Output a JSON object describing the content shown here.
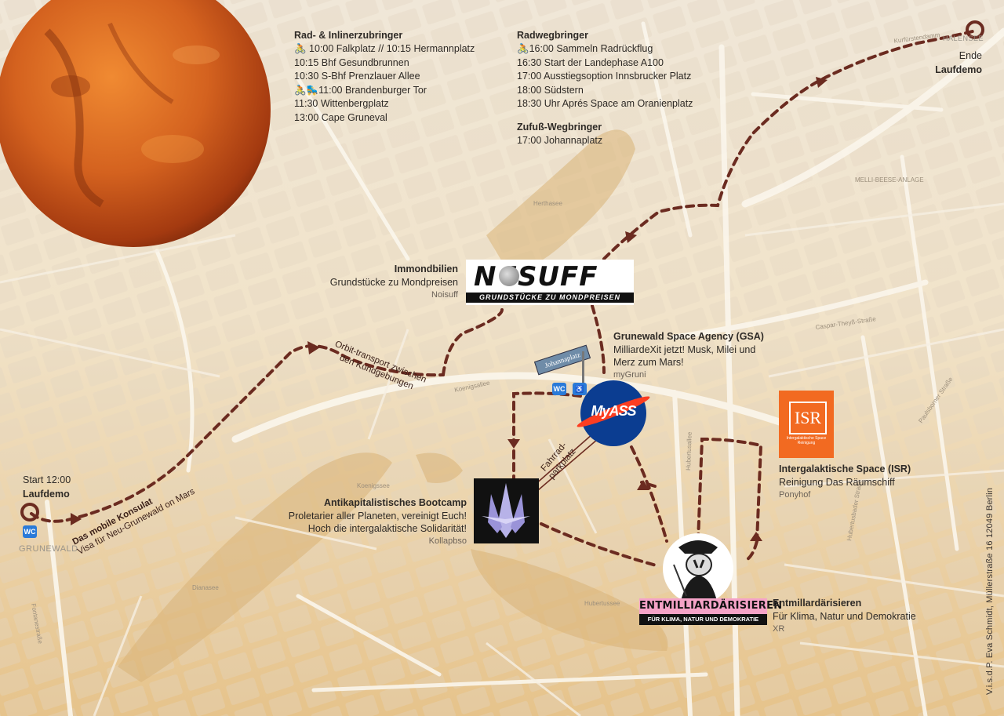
{
  "colors": {
    "route": "#6b2b20",
    "accent_orange": "#f26a21",
    "nasa_blue": "#0b3d91",
    "wc_blue": "#2a7ad8",
    "mars": "#c4521a"
  },
  "rad_zubringer": {
    "title": "Rad- & Inlinerzubringer",
    "items": [
      "🚴 10:00 Falkplatz // 10:15 Hermannplatz",
      "10:15 Bhf Gesundbrunnen",
      "10:30 S-Bhf Prenzlauer Allee",
      "🚴🛼11:00 Brandenburger Tor",
      "11:30 Wittenbergplatz",
      "13:00 Cape Gruneval"
    ]
  },
  "rad_wegbringer": {
    "title": "Radwegbringer",
    "items": [
      "🚴16:00 Sammeln Radrückflug",
      "16:30 Start der Landephase A100",
      "17:00 Ausstiegsoption Innsbrucker Platz",
      "18:00 Südstern",
      "18:30 Uhr Aprés Space am Oranienplatz"
    ]
  },
  "fuss_wegbringer": {
    "title": "Zufuß-Wegbringer",
    "items": [
      "17:00 Johannaplatz"
    ]
  },
  "start": {
    "line1": "Start 12:00",
    "line2": "Laufdemo",
    "wc": "WC",
    "station": "GRUNEWALD"
  },
  "ende": {
    "line1": "Ende",
    "line2": "Laufdemo",
    "station": "HALENSEE"
  },
  "konsulat": {
    "title": "Das mobile Konsulat",
    "subtitle": "Visa für Neu-Grunewald on Mars"
  },
  "orbit": {
    "line1": "Orbit-transport zwischen",
    "line2": "den Kundgebungen"
  },
  "noisuff": {
    "title": "Immondbilien",
    "line": "Grundstücke zu Mondpreisen",
    "org": "Noisuff",
    "logo_text": "N  ISUFF",
    "logo_sub": "GRUNDSTÜCKE ZU MONDPREISEN"
  },
  "gsa": {
    "title": "Grunewald Space Agency (GSA)",
    "line1": "MilliardeXit jetzt! Musk, Milei und",
    "line2": "Merz zum Mars!",
    "org": "myGruni",
    "logo_text": "MyASS",
    "wc": "WC",
    "sign": "Johannaplatz"
  },
  "fahrrad": {
    "line1": "Fahrrad-",
    "line2": "parkplatz"
  },
  "bootcamp": {
    "title": "Antikapitalistisches Bootcamp",
    "line1": "Proletarier aller Planeten, vereinigt Euch!",
    "line2": "Hoch die intergalaktische Solidarität!",
    "org": "Kollapbso"
  },
  "isr": {
    "title": "Intergalaktische Space (ISR)",
    "line": "Reinigung Das Räumschiff",
    "org": "Ponyhof",
    "logo_text": "ISR",
    "logo_sub": "Intergalaktische Space Reinigung"
  },
  "xr": {
    "title": "Entmillardärisieren",
    "line": "Für Klima, Natur und Demokratie",
    "org": "XR",
    "banner1": "ENTMILLIARDÄRISIEREN",
    "banner2": "FÜR KLIMA, NATUR UND DEMOKRATIE"
  },
  "streets": [
    "Koenigsallee",
    "Hubertusallee",
    "Caspar-Theyß-Straße",
    "Fontanestraße",
    "Hubertussee",
    "Herthasee",
    "Dianasee",
    "Koenigssee",
    "MELLI-BEESE-ANLAGE",
    "Kurfürstendamm",
    "Paulsborner Straße",
    "Hubertusbader Straße"
  ],
  "imprint": "V.i.s.d.P.  Eva Schmidt, Müllerstraße 16 12049 Berlin"
}
